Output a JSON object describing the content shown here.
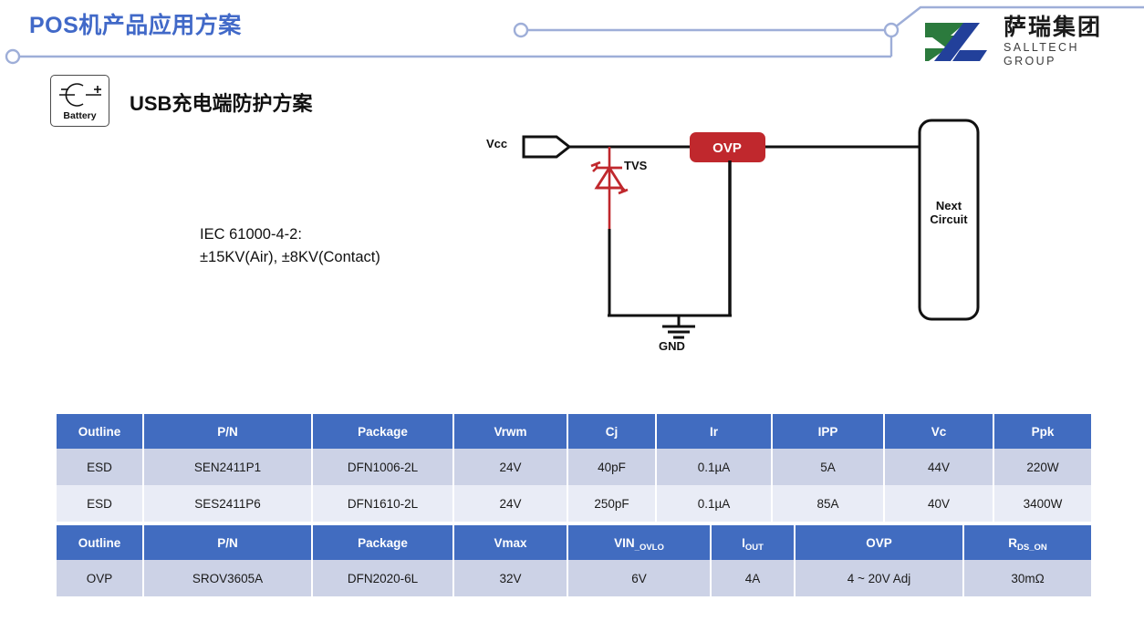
{
  "header": {
    "title": "POS机产品应用方案",
    "accent_color": "#4169c8",
    "logo": {
      "cn": "萨瑞集团",
      "en": "SALLTECH GROUP",
      "green": "#2b7a3d",
      "blue": "#22409a"
    }
  },
  "section": {
    "badge_label": "Battery",
    "badge_icon": "battery-cell-icon",
    "subtitle_lat": "USB",
    "subtitle_cn": "充电端防护方案",
    "note": "IEC 61000-4-2:\n±15KV(Air), ±8KV(Contact)"
  },
  "circuit": {
    "input_label": "Vcc",
    "tvs_label": "TVS",
    "ovp_label": "OVP",
    "gnd_label": "GND",
    "next_line1": "Next",
    "next_line2": "Circuit",
    "ovp_color": "#c0282d",
    "tvs_color": "#c0282d",
    "wire_color": "#111111"
  },
  "tables": [
    {
      "id": "esd",
      "headers": [
        "Outline",
        "P/N",
        "Package",
        "Vrwm",
        "Cj",
        "Ir",
        "IPP",
        "Vc",
        "Ppk"
      ],
      "header_subs": [
        "",
        "",
        "",
        "",
        "",
        "",
        "",
        "",
        ""
      ],
      "rows": [
        [
          "ESD",
          "SEN2411P1",
          "DFN1006-2L",
          "24V",
          "40pF",
          "0.1µA",
          "5A",
          "44V",
          "220W"
        ],
        [
          "ESD",
          "SES2411P6",
          "DFN1610-2L",
          "24V",
          "250pF",
          "0.1µA",
          "85A",
          "40V",
          "3400W"
        ]
      ]
    },
    {
      "id": "ovp",
      "headers": [
        "Outline",
        "P/N",
        "Package",
        "Vmax",
        "VIN",
        "I",
        "OVP",
        "R"
      ],
      "header_subs": [
        "",
        "",
        "",
        "",
        "_OVLO",
        "OUT",
        "",
        "DS_ON"
      ],
      "rows": [
        [
          "OVP",
          "SROV3605A",
          "DFN2020-6L",
          "32V",
          "6V",
          "4A",
          "4 ~ 20V Adj",
          "30mΩ"
        ]
      ]
    }
  ]
}
